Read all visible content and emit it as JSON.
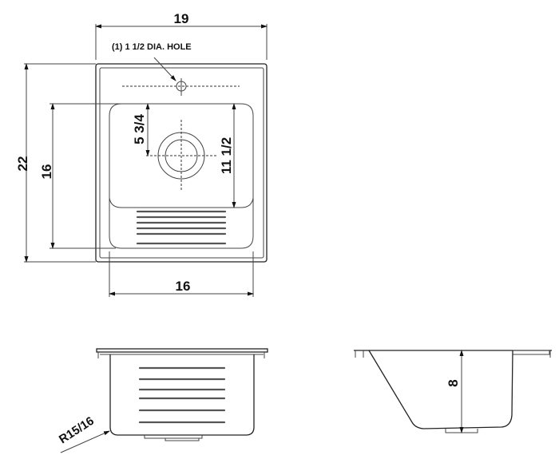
{
  "drawing": {
    "top_view": {
      "overall_width": "19",
      "overall_length": "22",
      "bowl_length": "16",
      "bowl_width": "16",
      "drain_offset": "5 3/4",
      "bowl_depth_length": "11 1/2",
      "hole_note": "(1) 1 1/2 DIA. HOLE"
    },
    "front_view": {
      "corner_radius": "R15/16"
    },
    "side_view": {
      "depth": "8"
    }
  }
}
